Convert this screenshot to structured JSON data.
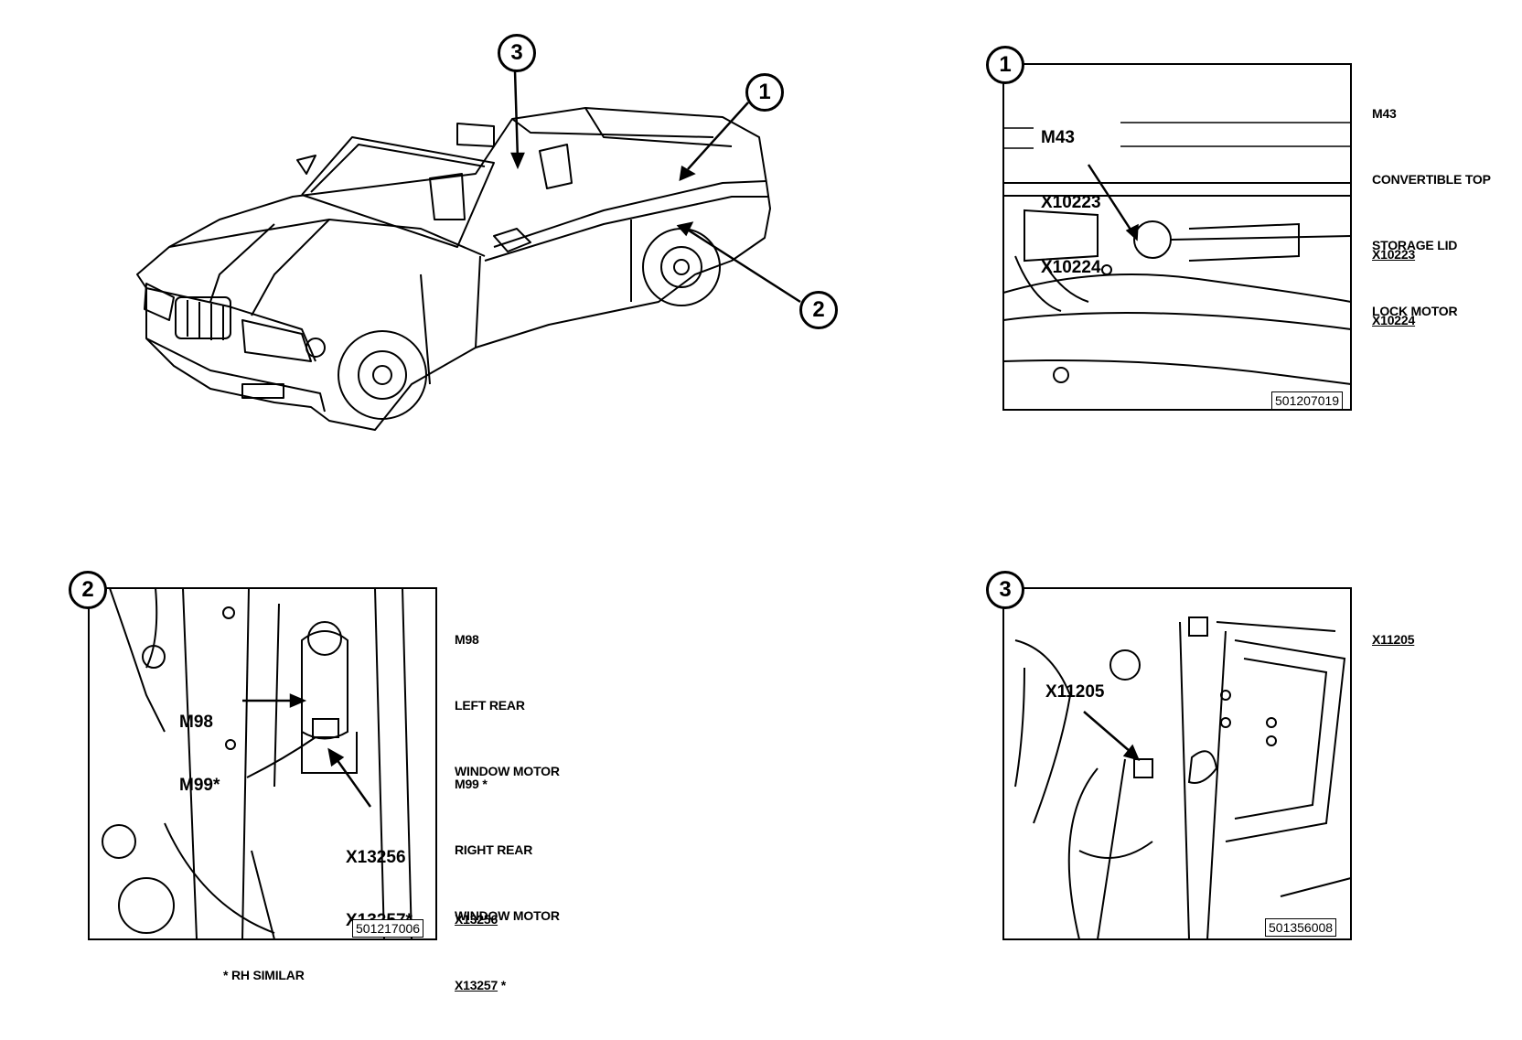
{
  "overview": {
    "callouts": [
      "1",
      "2",
      "3"
    ]
  },
  "panel1": {
    "badge": "1",
    "image_labels": [
      "M43",
      "X10223",
      "X10224"
    ],
    "code": "501207019",
    "caption": {
      "component_id": "M43",
      "component_lines": [
        "CONVERTIBLE TOP",
        "STORAGE LID",
        "LOCK MOTOR"
      ],
      "connectors": [
        "X10223",
        "X10224"
      ]
    }
  },
  "panel2": {
    "badge": "2",
    "motor_labels": [
      "M98",
      "M99*"
    ],
    "connector_labels": [
      "X13256",
      "X13257*"
    ],
    "code": "501217006",
    "caption": {
      "left_id": "M98",
      "left_lines": [
        "LEFT REAR",
        "WINDOW MOTOR"
      ],
      "right_id": "M99 *",
      "right_lines": [
        "RIGHT REAR",
        "WINDOW MOTOR"
      ],
      "connector_1": "X13256",
      "connector_2": "X13257",
      "connector_2_suffix": " *"
    }
  },
  "panel3": {
    "badge": "3",
    "image_label": "X11205",
    "code": "501356008",
    "caption": {
      "connector": "X11205"
    }
  },
  "footnote": "* RH SIMILAR"
}
